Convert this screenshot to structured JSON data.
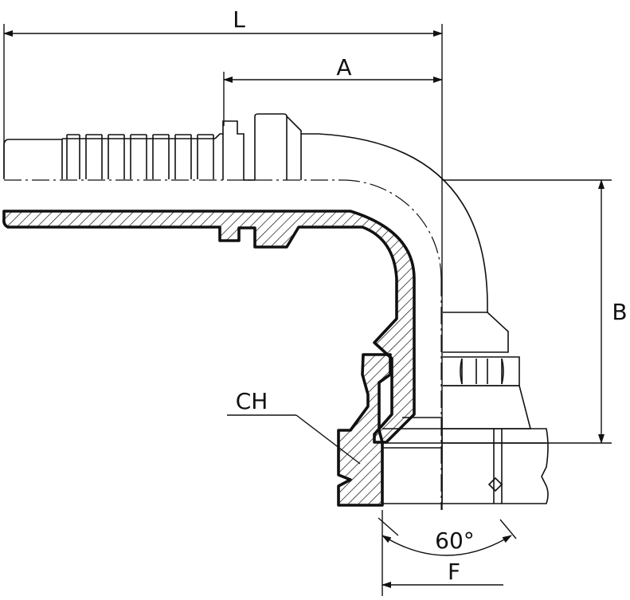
{
  "labels": {
    "L": "L",
    "A": "A",
    "B": "B",
    "CH": "CH",
    "angle": "60°",
    "F": "F"
  },
  "colors": {
    "stroke": "#111111",
    "background": "#ffffff"
  }
}
